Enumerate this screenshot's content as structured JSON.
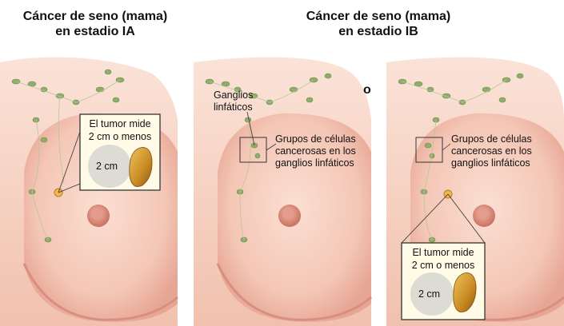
{
  "titles": {
    "ia": [
      "Cáncer de seno (mama)",
      "en estadio IA"
    ],
    "ib": [
      "Cáncer de seno (mama)",
      "en estadio IB"
    ]
  },
  "separator": "o",
  "panel_ia": {
    "tumor_box": [
      "El tumor mide",
      "2 cm o menos"
    ],
    "size_label": "2 cm"
  },
  "panel_ib1": {
    "lymph_label": [
      "Ganglios",
      "linfáticos"
    ],
    "cells_label": [
      "Grupos de células",
      "cancerosas en los",
      "ganglios linfáticos"
    ]
  },
  "panel_ib2": {
    "cells_label": [
      "Grupos de células",
      "cancerosas en los",
      "ganglios linfáticos"
    ],
    "tumor_box": [
      "El tumor mide",
      "2 cm o menos"
    ],
    "size_label": "2 cm"
  },
  "colors": {
    "skin": "#f6cfc0",
    "skin_dark": "#e8a796",
    "nipple": "#d9867a",
    "node": "#8fae6a",
    "tumor": "#c58624",
    "circle": "#dcdcd4",
    "box_bg": "#fffbe6"
  }
}
